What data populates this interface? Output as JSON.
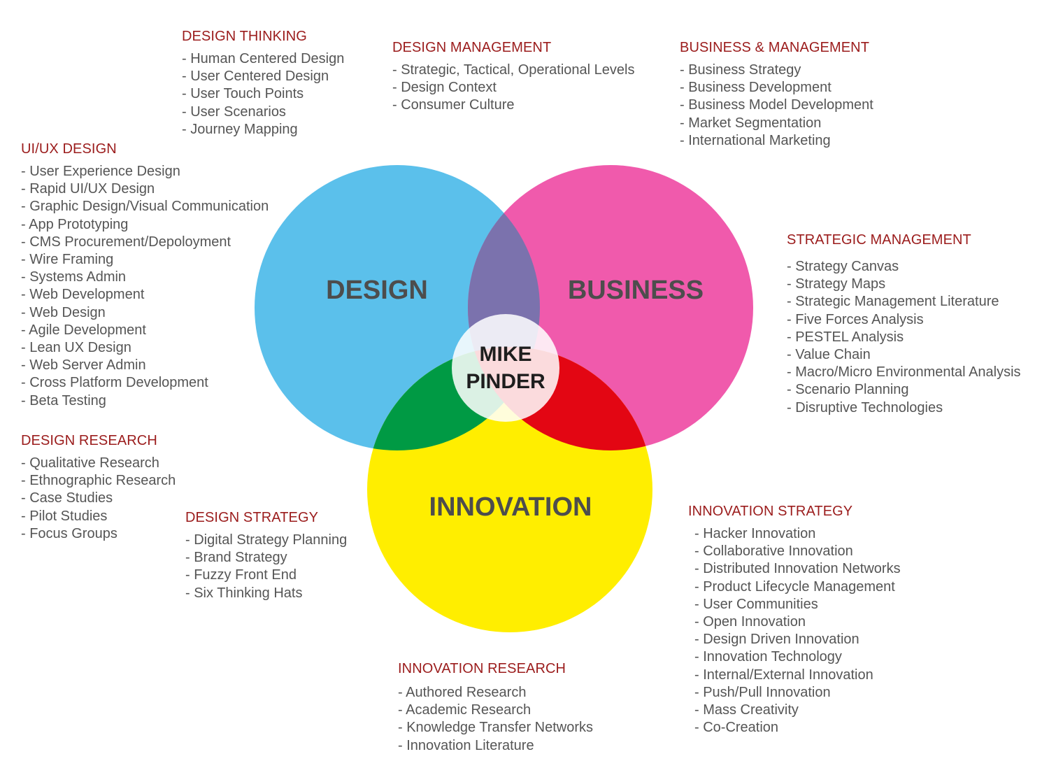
{
  "circles": {
    "design": {
      "label": "DESIGN",
      "color": "#5bc0eb"
    },
    "business": {
      "label": "BUSINESS",
      "color": "#f05aac"
    },
    "innovation": {
      "label": "INNOVATION",
      "color": "#ffee00"
    }
  },
  "overlaps": {
    "design_business": "#7b72ad",
    "design_innovation": "#009a44",
    "business_innovation": "#e30613"
  },
  "center": {
    "line1": "MIKE",
    "line2": "PINDER"
  },
  "groups": {
    "design_thinking": {
      "title": "DESIGN THINKING",
      "items": [
        "- Human Centered Design",
        "- User Centered Design",
        "- User Touch Points",
        "- User Scenarios",
        "- Journey Mapping"
      ]
    },
    "design_management": {
      "title": "DESIGN MANAGEMENT",
      "items": [
        "- Strategic, Tactical, Operational Levels",
        "- Design Context",
        "- Consumer Culture"
      ]
    },
    "business_management": {
      "title": "BUSINESS & MANAGEMENT",
      "items": [
        "- Business Strategy",
        "- Business Development",
        "- Business Model Development",
        "- Market Segmentation",
        "- International Marketing"
      ]
    },
    "uiux_design": {
      "title": "UI/UX DESIGN",
      "items": [
        "- User Experience Design",
        "- Rapid UI/UX Design",
        "- Graphic Design/Visual Communication",
        "- App Prototyping",
        "- CMS Procurement/Depoloyment",
        "- Wire Framing",
        "- Systems Admin",
        "- Web Development",
        "- Web Design",
        "- Agile Development",
        "- Lean UX Design",
        "- Web Server Admin",
        "- Cross Platform Development",
        "- Beta Testing"
      ]
    },
    "strategic_management": {
      "title": "STRATEGIC MANAGEMENT",
      "items": [
        "- Strategy Canvas",
        "- Strategy Maps",
        "- Strategic Management Literature",
        "- Five Forces Analysis",
        "- PESTEL Analysis",
        "- Value Chain",
        "- Macro/Micro Environmental Analysis",
        "- Scenario Planning",
        "- Disruptive Technologies"
      ]
    },
    "design_research": {
      "title": "DESIGN RESEARCH",
      "items": [
        "- Qualitative Research",
        "- Ethnographic Research",
        "- Case Studies",
        "- Pilot Studies",
        "- Focus Groups"
      ]
    },
    "design_strategy": {
      "title": "DESIGN STRATEGY",
      "items": [
        "- Digital Strategy Planning",
        "- Brand Strategy",
        "- Fuzzy Front End",
        "- Six Thinking Hats"
      ]
    },
    "innovation_strategy": {
      "title": "INNOVATION STRATEGY",
      "items": [
        "- Hacker Innovation",
        "- Collaborative Innovation",
        "- Distributed Innovation Networks",
        "- Product Lifecycle Management",
        "- User Communities",
        "- Open Innovation",
        "- Design Driven Innovation",
        "- Innovation Technology",
        "- Internal/External Innovation",
        "- Push/Pull Innovation",
        "- Mass Creativity",
        "- Co-Creation"
      ]
    },
    "innovation_research": {
      "title": "INNOVATION RESEARCH",
      "items": [
        "- Authored Research",
        "- Academic Research",
        "- Knowledge Transfer Networks",
        "- Innovation Literature"
      ]
    }
  }
}
